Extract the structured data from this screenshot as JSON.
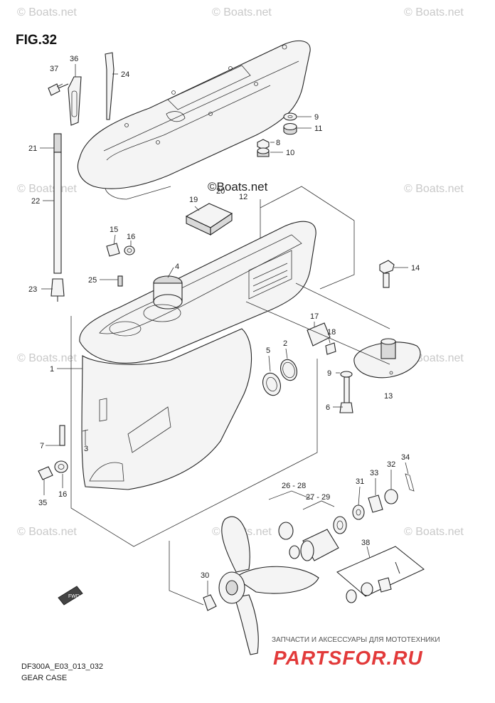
{
  "figure": {
    "title": "FIG.32",
    "code": "DF300A_E03_013_032",
    "name": "GEAR CASE"
  },
  "watermarks": {
    "site": "© Boats.net",
    "center": "©Boats.net"
  },
  "banner": {
    "tagline": "ЗАПЧАСТИ И АКСЕССУАРЫ ДЛЯ МОТОТЕХНИКИ",
    "brand": "PARTSFOR.RU"
  },
  "fwd_label": "FWD",
  "callouts": [
    {
      "id": "37",
      "text": "37"
    },
    {
      "id": "36",
      "text": "36"
    },
    {
      "id": "24",
      "text": "24"
    },
    {
      "id": "9a",
      "text": "9"
    },
    {
      "id": "11",
      "text": "11"
    },
    {
      "id": "8",
      "text": "8"
    },
    {
      "id": "10",
      "text": "10"
    },
    {
      "id": "21",
      "text": "21"
    },
    {
      "id": "22",
      "text": "22"
    },
    {
      "id": "19",
      "text": "19"
    },
    {
      "id": "20",
      "text": "20"
    },
    {
      "id": "12",
      "text": "12"
    },
    {
      "id": "15",
      "text": "15"
    },
    {
      "id": "16a",
      "text": "16"
    },
    {
      "id": "4",
      "text": "4"
    },
    {
      "id": "14",
      "text": "14"
    },
    {
      "id": "25",
      "text": "25"
    },
    {
      "id": "23",
      "text": "23"
    },
    {
      "id": "17",
      "text": "17"
    },
    {
      "id": "18",
      "text": "18"
    },
    {
      "id": "5",
      "text": "5"
    },
    {
      "id": "2",
      "text": "2"
    },
    {
      "id": "1",
      "text": "1"
    },
    {
      "id": "9b",
      "text": "9"
    },
    {
      "id": "13",
      "text": "13"
    },
    {
      "id": "6",
      "text": "6"
    },
    {
      "id": "7",
      "text": "7"
    },
    {
      "id": "3",
      "text": "3"
    },
    {
      "id": "34",
      "text": "34"
    },
    {
      "id": "32",
      "text": "32"
    },
    {
      "id": "33",
      "text": "33"
    },
    {
      "id": "31",
      "text": "31"
    },
    {
      "id": "35",
      "text": "35"
    },
    {
      "id": "16b",
      "text": "16"
    },
    {
      "id": "26-28",
      "text": "26 - 28"
    },
    {
      "id": "27-29",
      "text": "27 - 29"
    },
    {
      "id": "38",
      "text": "38"
    },
    {
      "id": "30",
      "text": "30"
    }
  ]
}
